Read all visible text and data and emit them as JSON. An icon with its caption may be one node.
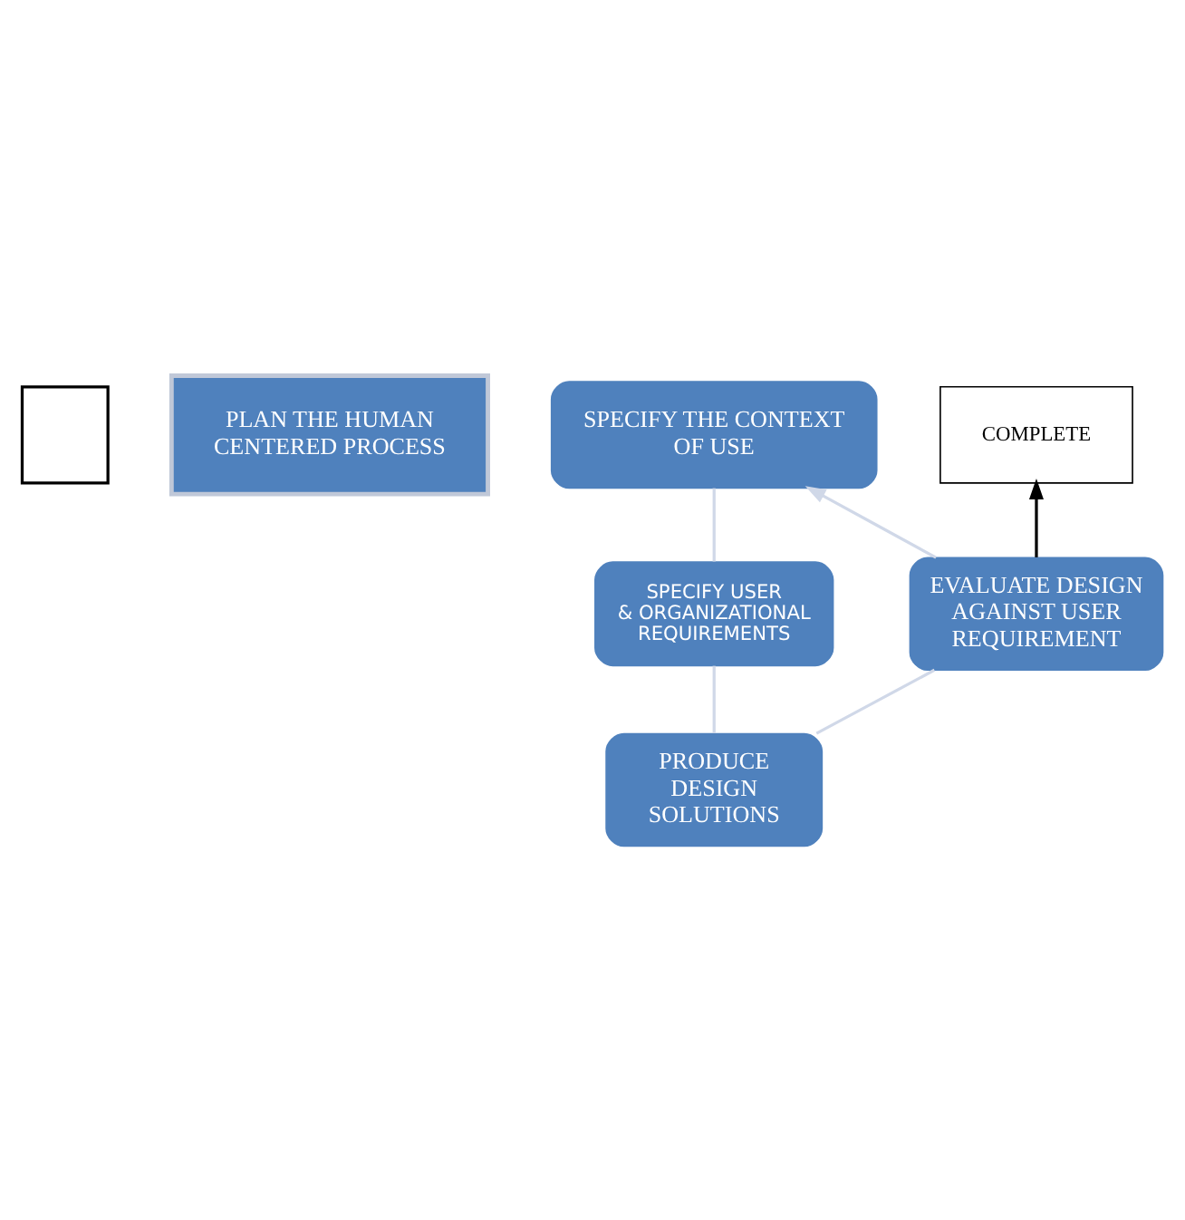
{
  "diagram": {
    "nodes": [
      {
        "text": [],
        "shape": "box"
      },
      {
        "text": [
          "PLAN THE HUMAN CENTERED PROCESS"
        ]
      },
      {
        "text": [
          "SPECIFY THE CONTEXT OF USE"
        ]
      },
      {
        "text": [
          "SPECIFY USER & ORGANIZATIONAL REQUIREMENTS"
        ]
      },
      {
        "text": [
          "PRODUCE DESIGN SOLUTIONS"
        ]
      },
      {
        "text": [
          "EVALUATE DESIGN AGAINST USER REQUIREMENT"
        ]
      },
      {
        "text": [
          "COMPLETE"
        ]
      }
    ],
    "edges": [
      {
        "from": 2,
        "to": 3,
        "arrow": "none",
        "color": "#d0d8e8"
      },
      {
        "from": 3,
        "to": 4,
        "arrow": "none",
        "color": "#d0d8e8"
      },
      {
        "from": 4,
        "to": 5,
        "arrow": "none",
        "color": "#d0d8e8"
      },
      {
        "from": 5,
        "to": 2,
        "arrow": "to",
        "color": "#d0d8e8"
      },
      {
        "from": 5,
        "to": 6,
        "arrow": "to",
        "color": "#000000"
      }
    ]
  }
}
